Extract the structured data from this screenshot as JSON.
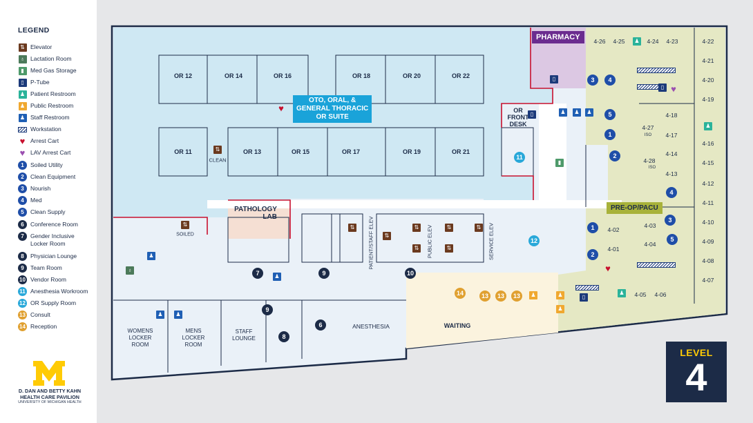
{
  "legend": {
    "title": "LEGEND",
    "items": [
      {
        "label": "Elevator",
        "icon": "elevator-icon",
        "color": "#6b3a1f",
        "glyph": "⇅"
      },
      {
        "label": "Lactation Room",
        "icon": "lactation-room-icon",
        "color": "#4c7a5a",
        "glyph": "♁"
      },
      {
        "label": "Med Gas Storage",
        "icon": "med-gas-storage-icon",
        "color": "#4e9a6a",
        "glyph": "▮"
      },
      {
        "label": "P-Tube",
        "icon": "p-tube-icon",
        "color": "#1c3a7a",
        "glyph": "▯"
      },
      {
        "label": "Patient Restroom",
        "icon": "patient-restroom-icon",
        "color": "#2bb39a",
        "glyph": "♟"
      },
      {
        "label": "Public Restroom",
        "icon": "public-restroom-icon",
        "color": "#f0a830",
        "glyph": "♟"
      },
      {
        "label": "Staff Restroom",
        "icon": "staff-restroom-icon",
        "color": "#1f5fb4",
        "glyph": "♟"
      },
      {
        "label": "Workstation",
        "icon": "workstation-icon",
        "color": "#1c3a7a",
        "glyph": ""
      },
      {
        "label": "Arrest Cart",
        "icon": "arrest-cart-icon",
        "color": "#c8102e",
        "glyph": "♥"
      },
      {
        "label": "LAV Arrest Cart",
        "icon": "lav-arrest-cart-icon",
        "color": "#9b4fb0",
        "glyph": "♥"
      },
      {
        "label": "Soiled Utility",
        "icon": "number-1-icon",
        "color": "#1f4ea8",
        "glyph": "1"
      },
      {
        "label": "Clean Equipment",
        "icon": "number-2-icon",
        "color": "#1f4ea8",
        "glyph": "2"
      },
      {
        "label": "Nourish",
        "icon": "number-3-icon",
        "color": "#1f4ea8",
        "glyph": "3"
      },
      {
        "label": "Med",
        "icon": "number-4-icon",
        "color": "#1f4ea8",
        "glyph": "4"
      },
      {
        "label": "Clean Supply",
        "icon": "number-5-icon",
        "color": "#1f4ea8",
        "glyph": "5"
      },
      {
        "label": "Conference Room",
        "icon": "number-6-icon",
        "color": "#1c2b47",
        "glyph": "6"
      },
      {
        "label": "Gender Inclusive Locker Room",
        "icon": "number-7-icon",
        "color": "#1c2b47",
        "glyph": "7"
      },
      {
        "label": "Physician Lounge",
        "icon": "number-8-icon",
        "color": "#1c2b47",
        "glyph": "8"
      },
      {
        "label": "Team Room",
        "icon": "number-9-icon",
        "color": "#1c2b47",
        "glyph": "9"
      },
      {
        "label": "Vendor Room",
        "icon": "number-10-icon",
        "color": "#1c2b47",
        "glyph": "10"
      },
      {
        "label": "Anesthesia Workroom",
        "icon": "number-11-icon",
        "color": "#29a8d9",
        "glyph": "11"
      },
      {
        "label": "OR Supply Room",
        "icon": "number-12-icon",
        "color": "#29a8d9",
        "glyph": "12"
      },
      {
        "label": "Consult",
        "icon": "number-13-icon",
        "color": "#e0a030",
        "glyph": "13"
      },
      {
        "label": "Reception",
        "icon": "number-14-icon",
        "color": "#e0a030",
        "glyph": "14"
      }
    ]
  },
  "branding": {
    "line1": "D. DAN AND BETTY KAHN",
    "line2": "HEALTH CARE PAVILION",
    "line3": "UNIVERSITY OF MICHIGAN HEALTH",
    "logo_color": "#ffcb05"
  },
  "level": {
    "word": "LEVEL",
    "number": "4"
  },
  "colors": {
    "or_suite": "#cfe8f3",
    "pharmacy": "#dcc8e3",
    "preop": "#e5e8c4",
    "waiting": "#fbf3de",
    "pathology": "#f5dfd3",
    "staff_area": "#eaf1f8",
    "wall": "#1c2b47",
    "accent_red": "#c8102e"
  },
  "zones": {
    "or_suite": "OTO, ORAL, & GENERAL THORACIC OR SUITE",
    "or_suite_lines": [
      "OTO, ORAL, &",
      "GENERAL THORACIC",
      "OR SUITE"
    ],
    "pharmacy": "PHARMACY",
    "preop": "PRE-OP/PACU",
    "pathology_lines": [
      "PATHOLOGY",
      "LAB"
    ],
    "or_front_desk_lines": [
      "OR",
      "FRONT",
      "DESK"
    ],
    "waiting": "WAITING"
  },
  "operating_rooms": {
    "top": [
      "OR 12",
      "OR 14",
      "OR 16",
      "OR 18",
      "OR 20",
      "OR 22"
    ],
    "bottom": [
      "OR 11",
      "OR 13",
      "OR 15",
      "OR 17",
      "OR 19",
      "OR 21"
    ]
  },
  "rooms": {
    "clean": "CLEAN",
    "soiled": "SOILED",
    "patient_staff_elev": "PATIENT/STAFF ELEV",
    "public_elev": "PUBLIC ELEV",
    "service_elev": "SERVICE ELEV",
    "womens_locker": [
      "WOMENS",
      "LOCKER",
      "ROOM"
    ],
    "mens_locker": [
      "MENS",
      "LOCKER",
      "ROOM"
    ],
    "staff_lounge": [
      "STAFF",
      "LOUNGE"
    ],
    "anesthesia": "ANESTHESIA"
  },
  "bays": {
    "top_row": [
      "4-26",
      "4-25",
      "4-24",
      "4-23"
    ],
    "right_col": [
      "4-22",
      "4-21",
      "4-20",
      "4-19",
      "4-16",
      "4-15",
      "4-12",
      "4-11",
      "4-10",
      "4-09",
      "4-08",
      "4-07"
    ],
    "inner": [
      "4-18",
      "4-17",
      "4-14",
      "4-13",
      "4-02",
      "4-01",
      "4-03",
      "4-04"
    ],
    "iso": [
      "4-27",
      "4-28"
    ],
    "iso_label": "ISO",
    "bottom_row": [
      "4-05",
      "4-06"
    ]
  }
}
